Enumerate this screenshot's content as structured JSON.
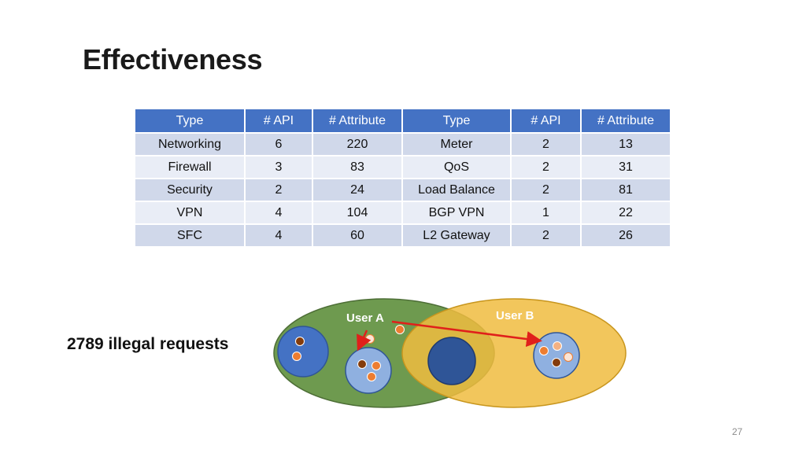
{
  "slide": {
    "title": "Effectiveness",
    "page_number": "27"
  },
  "table": {
    "headers": [
      "Type",
      "# API",
      "# Attribute",
      "Type",
      "# API",
      "# Attribute"
    ],
    "rows": [
      [
        "Networking",
        "6",
        "220",
        "Meter",
        "2",
        "13"
      ],
      [
        "Firewall",
        "3",
        "83",
        "QoS",
        "2",
        "31"
      ],
      [
        "Security",
        "2",
        "24",
        "Load Balance",
        "2",
        "81"
      ],
      [
        "VPN",
        "4",
        "104",
        "BGP VPN",
        "1",
        "22"
      ],
      [
        "SFC",
        "4",
        "60",
        "L2 Gateway",
        "2",
        "26"
      ]
    ]
  },
  "summary": {
    "illegal_requests": "2789 illegal requests"
  },
  "diagram": {
    "user_a_label": "User A",
    "user_b_label": "User B",
    "colors": {
      "user_a_set": "#6e9a4f",
      "user_b_set": "#f0bc3f",
      "header": "#4472c4",
      "arrow": "#e0201b",
      "resource": "#8fb0e0",
      "resource_dark": "#4472c4",
      "shared_resource": "#2f5597"
    }
  }
}
